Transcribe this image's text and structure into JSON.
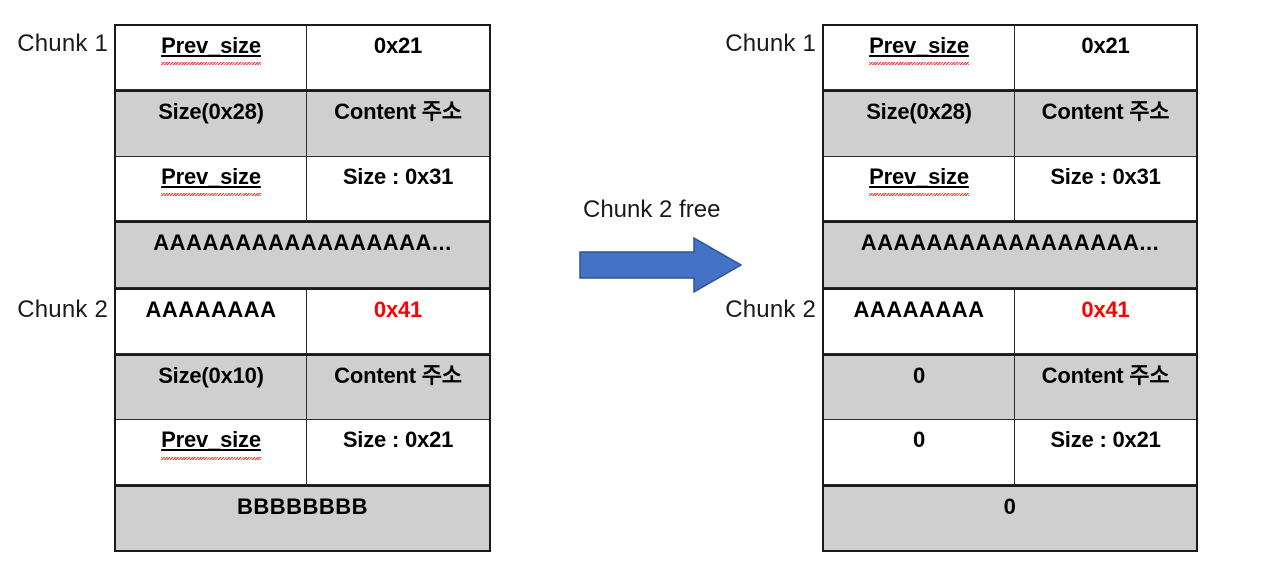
{
  "diagram": {
    "title_visible": false,
    "colors": {
      "cell_gray": "#cfcfcf",
      "cell_white": "#ffffff",
      "border": "#1a1a1a",
      "highlight_red": "#FF0000",
      "arrow_blue": "#4472C4",
      "arrow_blue_border": "#2F5597",
      "text_black": "#000000"
    }
  },
  "left_diagram": {
    "chunk1_label": "Chunk 1",
    "chunk2_label": "Chunk 2",
    "rows": [
      {
        "shade": "white",
        "merged": false,
        "left": "Prev_size",
        "left_style": "spell",
        "right": "0x21",
        "right_style": "plain"
      },
      {
        "shade": "gray",
        "merged": false,
        "left": "Size(0x28)",
        "left_style": "plain",
        "right": "Content 주소",
        "right_style": "plain"
      },
      {
        "shade": "white",
        "merged": false,
        "left": "Prev_size",
        "left_style": "spell",
        "right": "Size : 0x31",
        "right_style": "plain"
      },
      {
        "shade": "gray",
        "merged": true,
        "full": "AAAAAAAAAAAAAAAAA...",
        "full_style": "plain"
      },
      {
        "shade": "white",
        "merged": false,
        "left": "AAAAAAAA",
        "left_style": "plain",
        "right": "0x41",
        "right_style": "red"
      },
      {
        "shade": "gray",
        "merged": false,
        "left": "Size(0x10)",
        "left_style": "plain",
        "right": "Content 주소",
        "right_style": "plain"
      },
      {
        "shade": "white",
        "merged": false,
        "left": "Prev_size",
        "left_style": "spell",
        "right": "Size : 0x21",
        "right_style": "plain"
      },
      {
        "shade": "gray",
        "merged": true,
        "full": "BBBBBBBB",
        "full_style": "plain"
      }
    ]
  },
  "transition": {
    "label": "Chunk 2 free",
    "arrow_icon": "right-arrow-icon"
  },
  "right_diagram": {
    "chunk1_label": "Chunk 1",
    "chunk2_label": "Chunk 2",
    "rows": [
      {
        "shade": "white",
        "merged": false,
        "left": "Prev_size",
        "left_style": "spell",
        "right": "0x21",
        "right_style": "plain"
      },
      {
        "shade": "gray",
        "merged": false,
        "left": "Size(0x28)",
        "left_style": "plain",
        "right": "Content 주소",
        "right_style": "plain"
      },
      {
        "shade": "white",
        "merged": false,
        "left": "Prev_size",
        "left_style": "spell",
        "right": "Size : 0x31",
        "right_style": "plain"
      },
      {
        "shade": "gray",
        "merged": true,
        "full": "AAAAAAAAAAAAAAAAA...",
        "full_style": "plain"
      },
      {
        "shade": "white",
        "merged": false,
        "left": "AAAAAAAA",
        "left_style": "plain",
        "right": "0x41",
        "right_style": "red"
      },
      {
        "shade": "gray",
        "merged": false,
        "left": "0",
        "left_style": "plain",
        "right": "Content 주소",
        "right_style": "plain"
      },
      {
        "shade": "white",
        "merged": false,
        "left": "0",
        "left_style": "plain",
        "right": "Size : 0x21",
        "right_style": "plain"
      },
      {
        "shade": "gray",
        "merged": true,
        "full": "0",
        "full_style": "plain"
      }
    ]
  }
}
